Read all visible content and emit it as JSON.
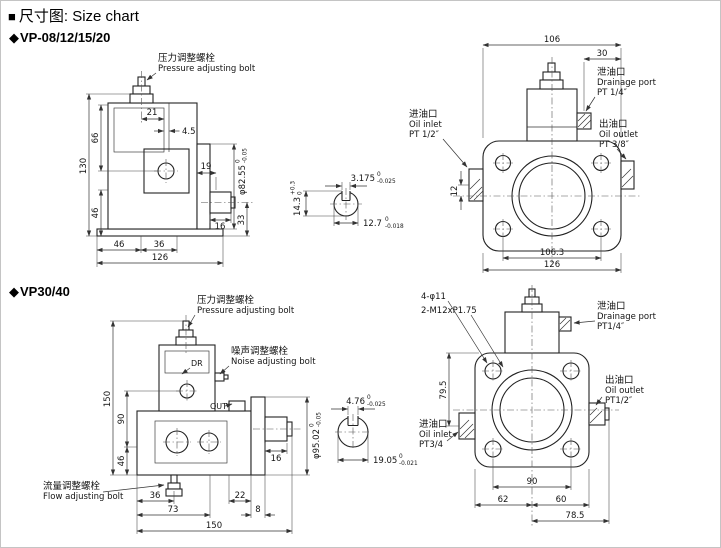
{
  "page": {
    "bullet": "■",
    "title": "尺寸图: Size chart"
  },
  "s1": {
    "title_marker": "◆",
    "title": "VP-08/12/15/20",
    "pressure_cn": "压力调整螺栓",
    "pressure_en": "Pressure adjusting bolt",
    "drain_cn": "泄油口",
    "drain_en": "Drainage port",
    "drain_size": "PT 1/4″",
    "inlet_cn": "进油口",
    "inlet_en": "Oil inlet",
    "inlet_size": "PT 1/2″",
    "outlet_cn": "出油口",
    "outlet_en": "Oil outlet",
    "outlet_size": "PT 3/8″",
    "d130": "130",
    "d66": "66",
    "d46l": "46",
    "d21": "21",
    "d45": "4.5",
    "d19": "19",
    "d33": "33",
    "d16": "16",
    "db46": "46",
    "db36": "36",
    "db126": "126",
    "pilot": "φ82.55",
    "pilot_u": "0",
    "pilot_l": "-0.05",
    "key_h": "14.3",
    "key_h_u": "+0.3",
    "key_h_l": "0",
    "key_w": "3.175",
    "key_w_u": "0",
    "key_w_l": "-0.025",
    "shaft_d": "12.7",
    "shaft_d_u": "0",
    "shaft_d_l": "-0.018",
    "f106": "106",
    "f30": "30",
    "f12": "12",
    "f1063": "106.3",
    "f126": "126"
  },
  "s2": {
    "title_marker": "◆",
    "title": "VP30/40",
    "pressure_cn": "压力调整螺栓",
    "pressure_en": "Pressure adjusting bolt",
    "noise_cn": "噪声调整螺栓",
    "noise_en": "Noise adjusting bolt",
    "flow_cn": "流量调整螺栓",
    "flow_en": "Flow adjusting bolt",
    "dr": "DR",
    "out": "OUT",
    "holes": "4-φ11",
    "thread": "2-M12xP1.75",
    "drain_cn": "泄油口",
    "drain_en": "Drainage port",
    "drain_size": "PT1/4″",
    "inlet_cn": "进油口",
    "inlet_en": "Oil inlet",
    "inlet_size": "PT3/4",
    "outlet_cn": "出油口",
    "outlet_en": "Oil outlet",
    "outlet_size": "PT1/2″",
    "d150": "150",
    "d90": "90",
    "d46": "46",
    "d16": "16",
    "b36": "36",
    "b22": "22",
    "b8": "8",
    "b73": "73",
    "b150": "150",
    "pilot": "φ95.02",
    "pilot_u": "0",
    "pilot_l": "-0.05",
    "key_w": "4.76",
    "key_w_u": "0",
    "key_w_l": "-0.025",
    "shaft_d": "19.05",
    "shaft_d_u": "0",
    "shaft_d_l": "-0.021",
    "f795": "79.5",
    "f90": "90",
    "f62": "62",
    "f60": "60",
    "f785": "78.5"
  }
}
